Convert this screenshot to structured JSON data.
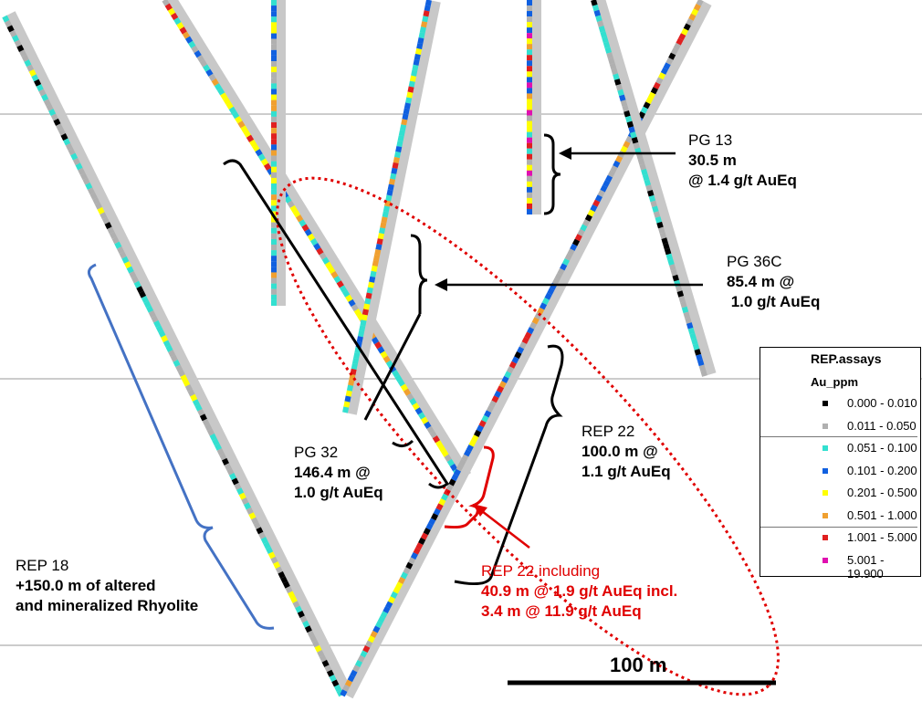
{
  "annotations": {
    "pg13": {
      "name": "PG 13",
      "line1": "30.5 m",
      "line2": "@ 1.4 g/t AuEq"
    },
    "pg36c": {
      "name": "PG 36C",
      "line1": "85.4 m @",
      "line2": " 1.0 g/t AuEq"
    },
    "pg32": {
      "name": "PG 32",
      "line1": "146.4 m @",
      "line2": "1.0 g/t AuEq"
    },
    "rep22": {
      "name": "REP 22",
      "line1": "100.0 m @",
      "line2": "1.1 g/t AuEq"
    },
    "rep22_incl": {
      "name": "REP 22 including",
      "line1": "40.9  m @ 1.9 g/t AuEq incl.",
      "line2": "3.4 m @ 11.9 g/t AuEq"
    },
    "rep18": {
      "name": "REP 18",
      "line1": "+150.0 m of altered",
      "line2": "and mineralized Rhyolite"
    }
  },
  "legend": {
    "title": "REP.assays",
    "subtitle": "Au_ppm",
    "items": [
      {
        "range": "0.000 - 0.010",
        "color": "#000000"
      },
      {
        "range": "0.011 - 0.050",
        "color": "#b0b0b0"
      },
      {
        "range": "0.051 - 0.100",
        "color": "#33e0d0"
      },
      {
        "range": "0.101 - 0.200",
        "color": "#1060e0"
      },
      {
        "range": "0.201 - 0.500",
        "color": "#ffff00"
      },
      {
        "range": "0.501 - 1.000",
        "color": "#f0a030"
      },
      {
        "range": "1.001 - 5.000",
        "color": "#e02020"
      },
      {
        "range": "5.001 - 19.900",
        "color": "#e010b0"
      }
    ]
  },
  "scale_bar": {
    "label": "100 m"
  }
}
